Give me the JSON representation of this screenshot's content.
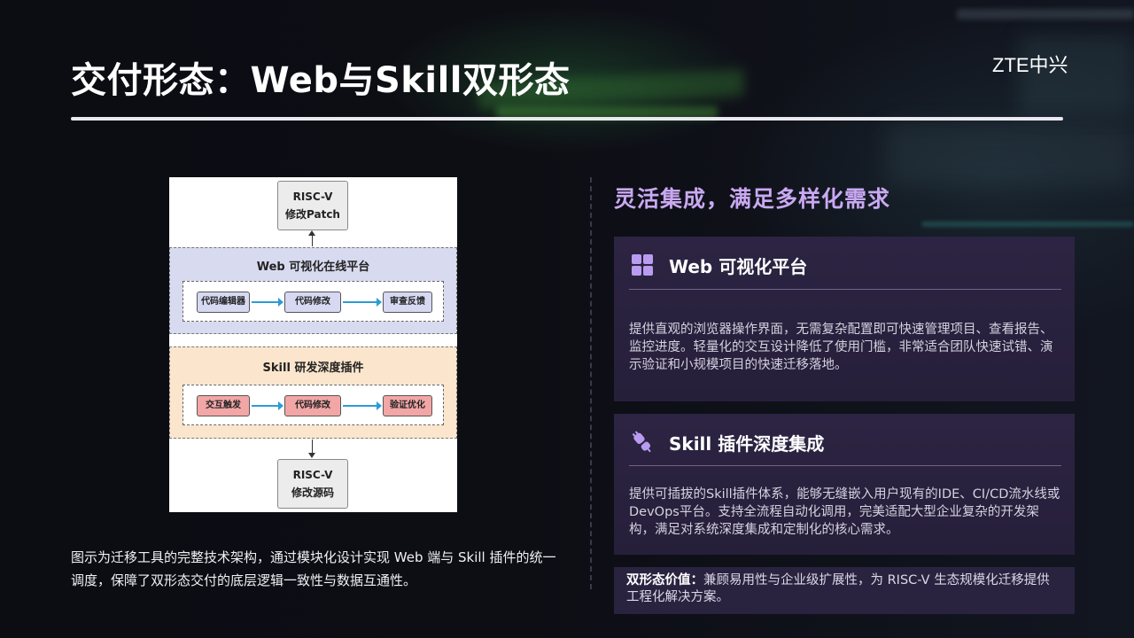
{
  "slide": {
    "title": "交付形态：Web与Skill双形态",
    "logo": "ZTE中兴"
  },
  "diagram": {
    "top_node": [
      "RISC-V",
      "修改Patch"
    ],
    "web_panel": {
      "title": "Web 可视化在线平台",
      "chips": [
        "代码编辑器",
        "代码修改",
        "审查反馈"
      ]
    },
    "skill_panel": {
      "title": "Skill 研发深度插件",
      "chips": [
        "交互触发",
        "代码修改",
        "验证优化"
      ]
    },
    "bottom_node": [
      "RISC-V",
      "修改源码"
    ],
    "colors": {
      "web_panel_bg": "#d8daf0",
      "skill_panel_bg": "#fbe6cd",
      "arrow": "#2e9bd6"
    }
  },
  "caption": "图示为迁移工具的完整技术架构，通过模块化设计实现 Web 端与 Skill 插件的统一调度，保障了双形态交付的底层逻辑一致性与数据互通性。",
  "right": {
    "section_title": "灵活集成，满足多样化需求",
    "cards": [
      {
        "icon": "grid-icon",
        "title": "Web 可视化平台",
        "body": "提供直观的浏览器操作界面，无需复杂配置即可快速管理项目、查看报告、监控进度。轻量化的交互设计降低了使用门槛，非常适合团队快速试错、演示验证和小规模项目的快速迁移落地。"
      },
      {
        "icon": "plug-icon",
        "title": "Skill 插件深度集成",
        "body": "提供可插拔的Skill插件体系，能够无缝嵌入用户现有的IDE、CI/CD流水线或DevOps平台。支持全流程自动化调用，完美适配大型企业复杂的开发架构，满足对系统深度集成和定制化的核心需求。"
      }
    ],
    "value": {
      "label": "双形态价值：",
      "text": "兼顾易用性与企业级扩展性，为 RISC-V 生态规模化迁移提供工程化解决方案。"
    },
    "accent": "#c9a9f2"
  }
}
